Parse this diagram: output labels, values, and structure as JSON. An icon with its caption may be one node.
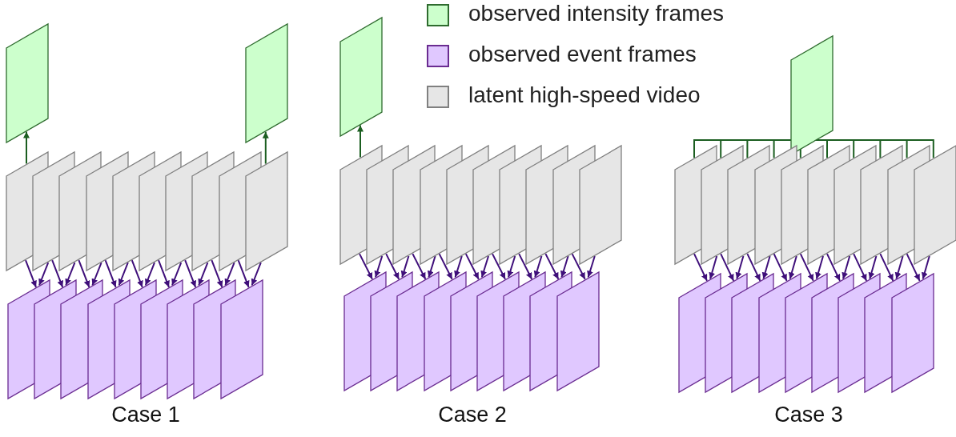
{
  "diagram": {
    "nodes": [
      {
        "text": [],
        "shape": "parallelogram"
      },
      {
        "text": [],
        "shape": "parallelogram"
      },
      {
        "text": [],
        "shape": "parallelogram"
      },
      {
        "text": [],
        "shape": "parallelogram"
      },
      {
        "text": [],
        "shape": "parallelogram"
      },
      {
        "text": [],
        "shape": "parallelogram"
      },
      {
        "text": [],
        "shape": "parallelogram"
      },
      {
        "text": [],
        "shape": "parallelogram"
      },
      {
        "text": [],
        "shape": "parallelogram"
      },
      {
        "text": [],
        "shape": "parallelogram"
      },
      {
        "text": [],
        "shape": "parallelogram"
      },
      {
        "text": [],
        "shape": "parallelogram"
      },
      {
        "text": [],
        "shape": "parallelogram"
      },
      {
        "text": [],
        "shape": "parallelogram"
      },
      {
        "text": [],
        "shape": "parallelogram"
      },
      {
        "text": [],
        "shape": "parallelogram"
      },
      {
        "text": [],
        "shape": "parallelogram"
      },
      {
        "text": [],
        "shape": "parallelogram"
      },
      {
        "text": [],
        "shape": "parallelogram"
      },
      {
        "text": [],
        "shape": "parallelogram"
      },
      {
        "text": [],
        "shape": "parallelogram"
      },
      {
        "text": [],
        "shape": "parallelogram"
      },
      {
        "text": [],
        "shape": "parallelogram"
      },
      {
        "text": [],
        "shape": "parallelogram"
      },
      {
        "text": [],
        "shape": "parallelogram"
      },
      {
        "text": [],
        "shape": "parallelogram"
      },
      {
        "text": [],
        "shape": "parallelogram"
      },
      {
        "text": [],
        "shape": "parallelogram"
      },
      {
        "text": [],
        "shape": "parallelogram"
      },
      {
        "text": [],
        "shape": "parallelogram"
      },
      {
        "text": [],
        "shape": "parallelogram"
      },
      {
        "text": [],
        "shape": "parallelogram"
      },
      {
        "text": [],
        "shape": "parallelogram"
      },
      {
        "text": [],
        "shape": "parallelogram"
      },
      {
        "text": [],
        "shape": "parallelogram"
      },
      {
        "text": [],
        "shape": "parallelogram"
      },
      {
        "text": [],
        "shape": "parallelogram"
      },
      {
        "text": [],
        "shape": "parallelogram"
      },
      {
        "text": [],
        "shape": "parallelogram"
      },
      {
        "text": [],
        "shape": "parallelogram"
      },
      {
        "text": [],
        "shape": "parallelogram"
      },
      {
        "text": [],
        "shape": "parallelogram"
      },
      {
        "text": [],
        "shape": "parallelogram"
      },
      {
        "text": [],
        "shape": "parallelogram"
      },
      {
        "text": [],
        "shape": "parallelogram"
      },
      {
        "text": [],
        "shape": "parallelogram"
      },
      {
        "text": [],
        "shape": "parallelogram"
      },
      {
        "text": [],
        "shape": "parallelogram"
      },
      {
        "text": [],
        "shape": "parallelogram"
      },
      {
        "text": [],
        "shape": "parallelogram"
      },
      {
        "text": [],
        "shape": "parallelogram"
      },
      {
        "text": [],
        "shape": "parallelogram"
      },
      {
        "text": [],
        "shape": "parallelogram"
      },
      {
        "text": [],
        "shape": "parallelogram"
      },
      {
        "text": [],
        "shape": "parallelogram"
      },
      {
        "text": [],
        "shape": "parallelogram"
      },
      {
        "text": [],
        "shape": "parallelogram"
      },
      {
        "text": [],
        "shape": "parallelogram"
      },
      {
        "text": [],
        "shape": "parallelogram"
      },
      {
        "text": [],
        "shape": "parallelogram"
      },
      {
        "text": [],
        "shape": "parallelogram"
      }
    ],
    "edges": [
      {
        "from": 2,
        "to": 0,
        "arrow": "to",
        "color": "#1b5e20"
      },
      {
        "from": 11,
        "to": 1,
        "arrow": "to",
        "color": "#1b5e20"
      },
      {
        "from": 2,
        "to": 12,
        "arrow": "to"
      },
      {
        "from": 3,
        "to": 12,
        "arrow": "to"
      },
      {
        "from": 3,
        "to": 13,
        "arrow": "to"
      },
      {
        "from": 4,
        "to": 13,
        "arrow": "to"
      },
      {
        "from": 4,
        "to": 14,
        "arrow": "to"
      },
      {
        "from": 5,
        "to": 14,
        "arrow": "to"
      },
      {
        "from": 5,
        "to": 15,
        "arrow": "to"
      },
      {
        "from": 6,
        "to": 15,
        "arrow": "to"
      },
      {
        "from": 6,
        "to": 16,
        "arrow": "to"
      },
      {
        "from": 7,
        "to": 16,
        "arrow": "to"
      },
      {
        "from": 7,
        "to": 17,
        "arrow": "to"
      },
      {
        "from": 8,
        "to": 17,
        "arrow": "to"
      },
      {
        "from": 8,
        "to": 18,
        "arrow": "to"
      },
      {
        "from": 9,
        "to": 18,
        "arrow": "to"
      },
      {
        "from": 9,
        "to": 19,
        "arrow": "to"
      },
      {
        "from": 10,
        "to": 19,
        "arrow": "to"
      },
      {
        "from": 10,
        "to": 20,
        "arrow": "to"
      },
      {
        "from": 11,
        "to": 20,
        "arrow": "to"
      },
      {
        "from": 22,
        "to": 21,
        "arrow": "to",
        "color": "#1b5e20"
      },
      {
        "from": 22,
        "to": 32,
        "arrow": "to"
      },
      {
        "from": 23,
        "to": 32,
        "arrow": "to"
      },
      {
        "from": 23,
        "to": 33,
        "arrow": "to"
      },
      {
        "from": 24,
        "to": 33,
        "arrow": "to"
      },
      {
        "from": 24,
        "to": 34,
        "arrow": "to"
      },
      {
        "from": 25,
        "to": 34,
        "arrow": "to"
      },
      {
        "from": 25,
        "to": 35,
        "arrow": "to"
      },
      {
        "from": 26,
        "to": 35,
        "arrow": "to"
      },
      {
        "from": 26,
        "to": 36,
        "arrow": "to"
      },
      {
        "from": 27,
        "to": 36,
        "arrow": "to"
      },
      {
        "from": 27,
        "to": 37,
        "arrow": "to"
      },
      {
        "from": 28,
        "to": 37,
        "arrow": "to"
      },
      {
        "from": 28,
        "to": 38,
        "arrow": "to"
      },
      {
        "from": 29,
        "to": 38,
        "arrow": "to"
      },
      {
        "from": 29,
        "to": 39,
        "arrow": "to"
      },
      {
        "from": 30,
        "to": 39,
        "arrow": "to"
      },
      {
        "from": 30,
        "to": 40,
        "arrow": "to"
      },
      {
        "from": 31,
        "to": 40,
        "arrow": "to"
      },
      {
        "from": 42,
        "to": 41,
        "arrow": "to",
        "color": "#1b5e20"
      },
      {
        "from": 43,
        "to": 41,
        "arrow": "to",
        "color": "#1b5e20"
      },
      {
        "from": 44,
        "to": 41,
        "arrow": "to",
        "color": "#1b5e20"
      },
      {
        "from": 45,
        "to": 41,
        "arrow": "to",
        "color": "#1b5e20"
      },
      {
        "from": 46,
        "to": 41,
        "arrow": "to",
        "color": "#1b5e20"
      },
      {
        "from": 47,
        "to": 41,
        "arrow": "to",
        "color": "#1b5e20"
      },
      {
        "from": 48,
        "to": 41,
        "arrow": "to",
        "color": "#1b5e20"
      },
      {
        "from": 49,
        "to": 41,
        "arrow": "to",
        "color": "#1b5e20"
      },
      {
        "from": 50,
        "to": 41,
        "arrow": "to",
        "color": "#1b5e20"
      },
      {
        "from": 51,
        "to": 41,
        "arrow": "to",
        "color": "#1b5e20"
      },
      {
        "from": 42,
        "to": 52,
        "arrow": "to"
      },
      {
        "from": 43,
        "to": 52,
        "arrow": "to"
      },
      {
        "from": 43,
        "to": 53,
        "arrow": "to"
      },
      {
        "from": 44,
        "to": 53,
        "arrow": "to"
      },
      {
        "from": 44,
        "to": 54,
        "arrow": "to"
      },
      {
        "from": 45,
        "to": 54,
        "arrow": "to"
      },
      {
        "from": 45,
        "to": 55,
        "arrow": "to"
      },
      {
        "from": 46,
        "to": 55,
        "arrow": "to"
      },
      {
        "from": 46,
        "to": 56,
        "arrow": "to"
      },
      {
        "from": 47,
        "to": 56,
        "arrow": "to"
      },
      {
        "from": 47,
        "to": 57,
        "arrow": "to"
      },
      {
        "from": 48,
        "to": 57,
        "arrow": "to"
      },
      {
        "from": 48,
        "to": 58,
        "arrow": "to"
      },
      {
        "from": 49,
        "to": 58,
        "arrow": "to"
      },
      {
        "from": 49,
        "to": 59,
        "arrow": "to"
      },
      {
        "from": 50,
        "to": 59,
        "arrow": "to"
      },
      {
        "from": 50,
        "to": 60,
        "arrow": "to"
      },
      {
        "from": 51,
        "to": 60,
        "arrow": "to"
      }
    ],
    "labels": [
      "Case 1",
      "Case 2",
      "Case 3"
    ],
    "legend": [
      {
        "text": "observed intensity frames",
        "color": "#ccffcc"
      },
      {
        "text": "observed event frames",
        "color": "#e0c8ff"
      },
      {
        "text": "latent high-speed video",
        "color": "#e6e6e6"
      }
    ]
  }
}
